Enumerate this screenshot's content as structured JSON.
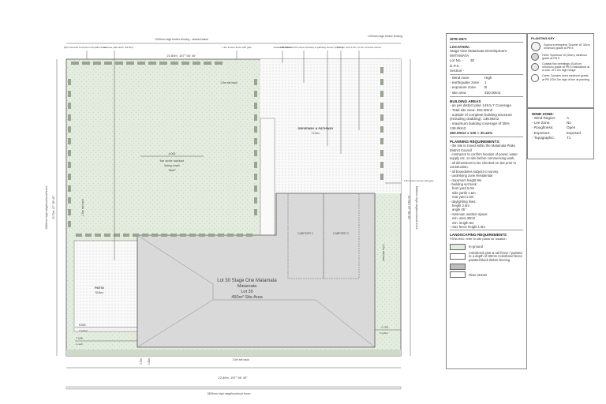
{
  "site_plan": {
    "lot_label": [
      "Lot 30 Stage One Matamata",
      "Matamata",
      "Lot 30",
      "450m² Site Area"
    ],
    "top_fence": "1200mm high timber fencing - stained black",
    "top_right_fence": "1200mm high timber fencing",
    "bottom_fence": "1800mm high neighbourhood fence",
    "left_fence": "1800mm high neighbourhood fence",
    "right_fence": "1800mm high neighbourhood fence",
    "top_dim": "22.80m, 157° 56' 40\"",
    "bottom_dim": "22.80m, 157° 56' 40\"",
    "left_dim": "19.70m, 67° 56' 40\"",
    "right_dim": "19.70m, 67° 56' 40\"",
    "labels": {
      "top_left_a": "light coloured concrete to all paths areas",
      "top_left_b": "concrete path down (16.8m²)",
      "top_gate": "1.2m screen fence with gate",
      "top_wall": "Feature letterbox",
      "top_mid": "half Colorbond & stone driveway & pathway stones (10.6m²)",
      "top_right": "(3 x per unit) 0.4m x 0.3m concrete stones",
      "setback_top": "1.5m set back",
      "setback_left": "1.5m set back",
      "setback_right": "1.2m set back",
      "setback_bottom": "1.5m set back",
      "driveway": "DRIVEWAY & PATHWAY",
      "driveway_area": "72.5m²",
      "court_dim": "4.000",
      "court_a": "6m circle outdoor",
      "court_b": "living court",
      "court_c": "30m²",
      "patio": "PATIO",
      "patio_area": "35.8m²",
      "carport_1": "CARPORT 1",
      "carport_2": "CARPORT 2",
      "right_gate": "1.8m screen fence with gate",
      "dim_left_1": "6.800",
      "dim_left_1b": "to gutter",
      "dim_left_2": "7.240",
      "dim_left_2b": "to wall",
      "dim_right": "1.700",
      "dim_right_b": "to gutter",
      "dim_bottom_1": "2.350",
      "dim_bottom_2": "1.800"
    }
  },
  "site_key": {
    "title": "SITE KEY:",
    "location_label": "LOCATION:",
    "location_lines": [
      "Stage One Matamata Development",
      "MATAMATA"
    ],
    "lot_label": "Lot No. -",
    "lot_value": "30",
    "dps_label": "D.P.S. -",
    "section_label": "Section -",
    "wind": [
      {
        "k": "- Wind zone",
        "v": "High"
      },
      {
        "k": "- earthquake zone",
        "v": "1"
      },
      {
        "k": "- exposure zone",
        "v": "B"
      },
      {
        "k": "- site area",
        "v": "450.00m2"
      }
    ],
    "building_title": "BUILDING AREAS",
    "building": [
      "- as per district plan 148.5.7 Coverage",
      "- Total site area:  450.00m2",
      "- outside of complete building structure (including cladding):  136.8km2",
      "- maximum building coverage of 35%",
      "136.8km2",
      "450.00m2  x 100 = 30.42%"
    ],
    "planning_title": "PLANNING REQUIREMENTS:",
    "planning": [
      "- the site is zoned within the Matamata Piako District Council",
      "- contractor to confirm location of power, water supply etc. on site before commencing work.",
      "- all dimensions to be checked on site prior to construction.",
      "- all boundaries subject to survey.",
      "- underlying zone   Residential",
      "- maximum height   9m",
      "- building set back:",
      "front yard   5.0m",
      "side yards   1.5m",
      "rear yard   1.5m",
      "- daylighting lines:",
      "height   2.5m",
      "angle   45°",
      "- minimum outdoor space:",
      "min. area   30m2",
      "min. length   6m",
      "- max fence height   1.8m"
    ],
    "landscaping_title": "LANDSCAPING REQUIREMENTS",
    "landscaping_note": "FENCING: refer to site plans for location",
    "landscape_key": [
      {
        "label": "In-ground",
        "color": "#e2ecdf"
      },
      {
        "label": "Colorbond post & rail fence / painted to a depth of 50mm Colorbond fence painted black timber fencing",
        "color": "#ffffff"
      },
      {
        "label": "",
        "color": "#bdbdbd"
      },
      {
        "label": "River stones",
        "color": "#ffffff"
      }
    ]
  },
  "plant_key": {
    "title": "PLANTING KEY",
    "items": [
      "Sophora tetraptera 'Gnome' 8l; 30cm minimum grade at PB 5",
      "Hebe 'Speciosa' 8l (30cm) minimum grade at PB 5",
      "Coastal flax seedlings 40-60cm minimum grade at PB 5 maintained at a max. of 1.2m high hedge",
      "Carex Comans seed minimum grade at PB 2/3/4 3m high of line at planting"
    ]
  },
  "wind_zone": {
    "title": "WIND ZONE:",
    "rows": [
      {
        "k": "- Wind Region:",
        "v": "A"
      },
      {
        "k": "- Lee Zone:",
        "v": "No"
      },
      {
        "k": "- Roughness:",
        "v": "Open"
      },
      {
        "k": "- Exposure:",
        "v": "Exposed"
      },
      {
        "k": "- Topographic:",
        "v": "T1"
      }
    ]
  },
  "colors": {
    "grass": "#e3ecdf",
    "house": "#d9d9d9",
    "hedge": "#9aa48f",
    "line": "#555555"
  }
}
